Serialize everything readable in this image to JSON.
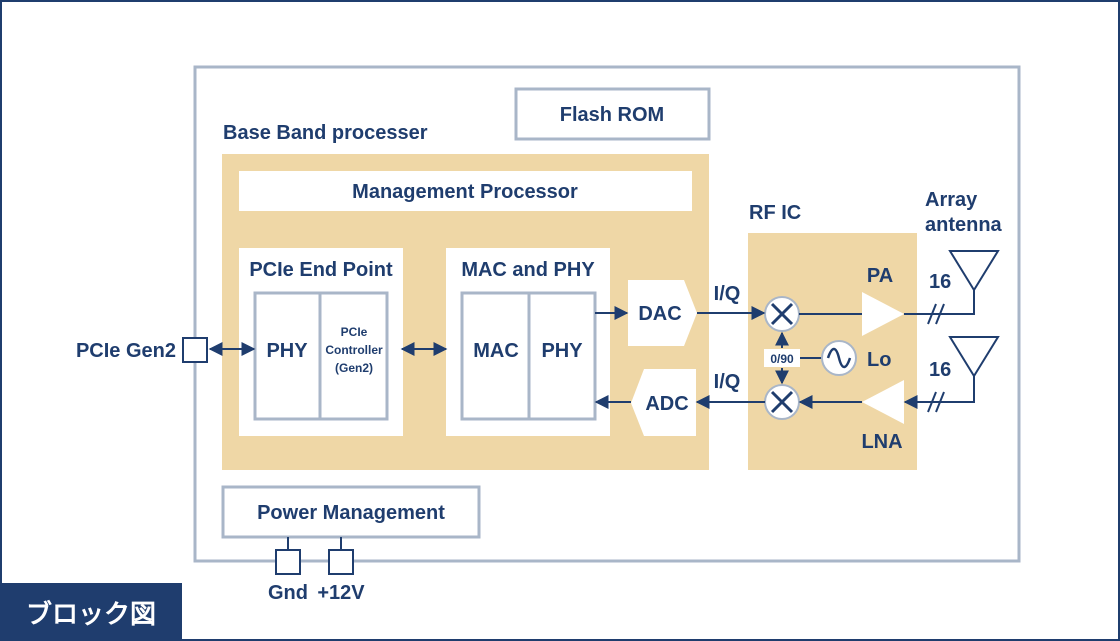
{
  "caption": "ブロック図",
  "colors": {
    "navy": "#1f3d6e",
    "border": "#a9b6c8",
    "panel": "#efd7a6",
    "white": "#ffffff"
  },
  "labels": {
    "flash_rom": "Flash ROM",
    "base_band": "Base Band processer",
    "management_processor": "Management Processor",
    "pcie_end_point": "PCIe End Point",
    "phy": "PHY",
    "pcie_controller": [
      "PCIe",
      "Controller",
      "(Gen2)"
    ],
    "mac_and_phy": "MAC and PHY",
    "mac": "MAC",
    "phy2": "PHY",
    "dac": "DAC",
    "adc": "ADC",
    "iq_top": "I/Q",
    "iq_bottom": "I/Q",
    "rf_ic": "RF IC",
    "array_antenna": [
      "Array",
      "antenna"
    ],
    "pa": "PA",
    "lna": "LNA",
    "lo": "Lo",
    "phase": "0/90",
    "count_top": "16",
    "count_bottom": "16",
    "pcie_gen2": "PCIe Gen2",
    "power_management": "Power Management",
    "gnd": "Gnd",
    "v12": "+12V"
  }
}
